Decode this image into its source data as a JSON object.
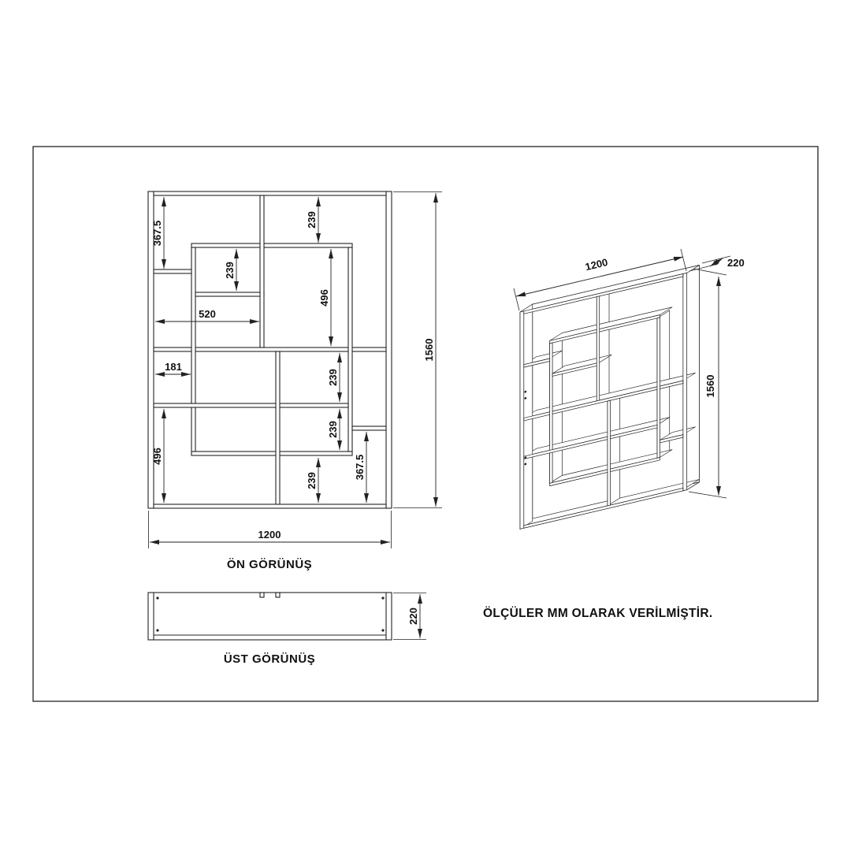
{
  "sheet": {
    "units_note": "ÖLÇÜLER MM OLARAK VERİLMİŞTİR."
  },
  "front_view": {
    "caption": "ÖN GÖRÜNÜŞ",
    "dims": {
      "top_left_height": "367.5",
      "top_right_height": "239",
      "upper_inner_height": "239",
      "upper_right_height": "496",
      "center_width": "520",
      "left_width": "181",
      "mid_right_upper_height": "239",
      "mid_right_lower_height": "239",
      "bottom_left_height": "496",
      "bottom_right_height": "367.5",
      "bottom_center_height": "239",
      "overall_height": "1560",
      "overall_width": "1200"
    }
  },
  "top_view": {
    "caption": "ÜST GÖRÜNÜŞ",
    "dims": {
      "depth": "220"
    }
  },
  "iso_view": {
    "dims": {
      "width": "1200",
      "depth": "220",
      "height": "1560"
    }
  }
}
